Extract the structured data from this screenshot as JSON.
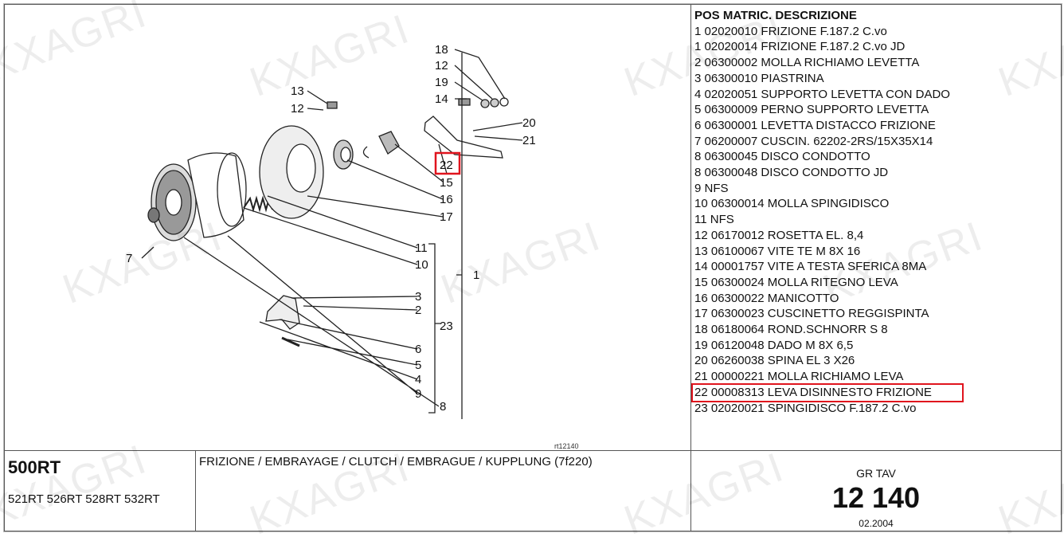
{
  "watermark": "KXAGRI",
  "diagram": {
    "ref_code": "rt12140",
    "callouts": [
      "18",
      "12",
      "19",
      "14",
      "13",
      "12",
      "20",
      "21",
      "22",
      "15",
      "16",
      "17",
      "11",
      "10",
      "1",
      "7",
      "3",
      "2",
      "23",
      "6",
      "5",
      "4",
      "9",
      "8"
    ],
    "highlighted_callout": "22",
    "highlight_color": "#e0141e"
  },
  "parts_list": {
    "header": "POS MATRIC. DESCRIZIONE",
    "rows": [
      "1 02020010 FRIZIONE F.187.2 C.vo",
      "1 02020014 FRIZIONE F.187.2 C.vo JD",
      "2 06300002 MOLLA RICHIAMO LEVETTA",
      "3 06300010 PIASTRINA",
      "4 02020051 SUPPORTO LEVETTA CON DADO",
      "5 06300009 PERNO SUPPORTO LEVETTA",
      "6 06300001 LEVETTA DISTACCO FRIZIONE",
      "7 06200007 CUSCIN. 62202-2RS/15X35X14",
      "8 06300045 DISCO CONDOTTO",
      "8 06300048 DISCO CONDOTTO JD",
      "9 NFS",
      "10 06300014 MOLLA SPINGIDISCO",
      "11 NFS",
      "12 06170012 ROSETTA EL. 8,4",
      "13 06100067 VITE TE M 8X 16",
      "14 00001757 VITE A TESTA SFERICA 8MA",
      "15 06300024 MOLLA RITEGNO LEVA",
      "16 06300022 MANICOTTO",
      "17 06300023 CUSCINETTO REGGISPINTA",
      "18 06180064 ROND.SCHNORR S 8",
      "19 06120048 DADO M 8X 6,5",
      "20 06260038 SPINA EL 3 X26",
      "21 00000221 MOLLA RICHIAMO LEVA",
      "22 00008313 LEVA DISINNESTO FRIZIONE",
      "23 02020021 SPINGIDISCO F.187.2 C.vo"
    ],
    "highlighted_index": 23
  },
  "footer": {
    "model": "500RT",
    "variants": "521RT 526RT 528RT 532RT",
    "group_title": "FRIZIONE / EMBRAYAGE / CLUTCH / EMBRAGUE / KUPPLUNG (7f220)",
    "gr_tav_label": "GR TAV",
    "gr_tav_number": "12 140",
    "date": "02.2004"
  }
}
